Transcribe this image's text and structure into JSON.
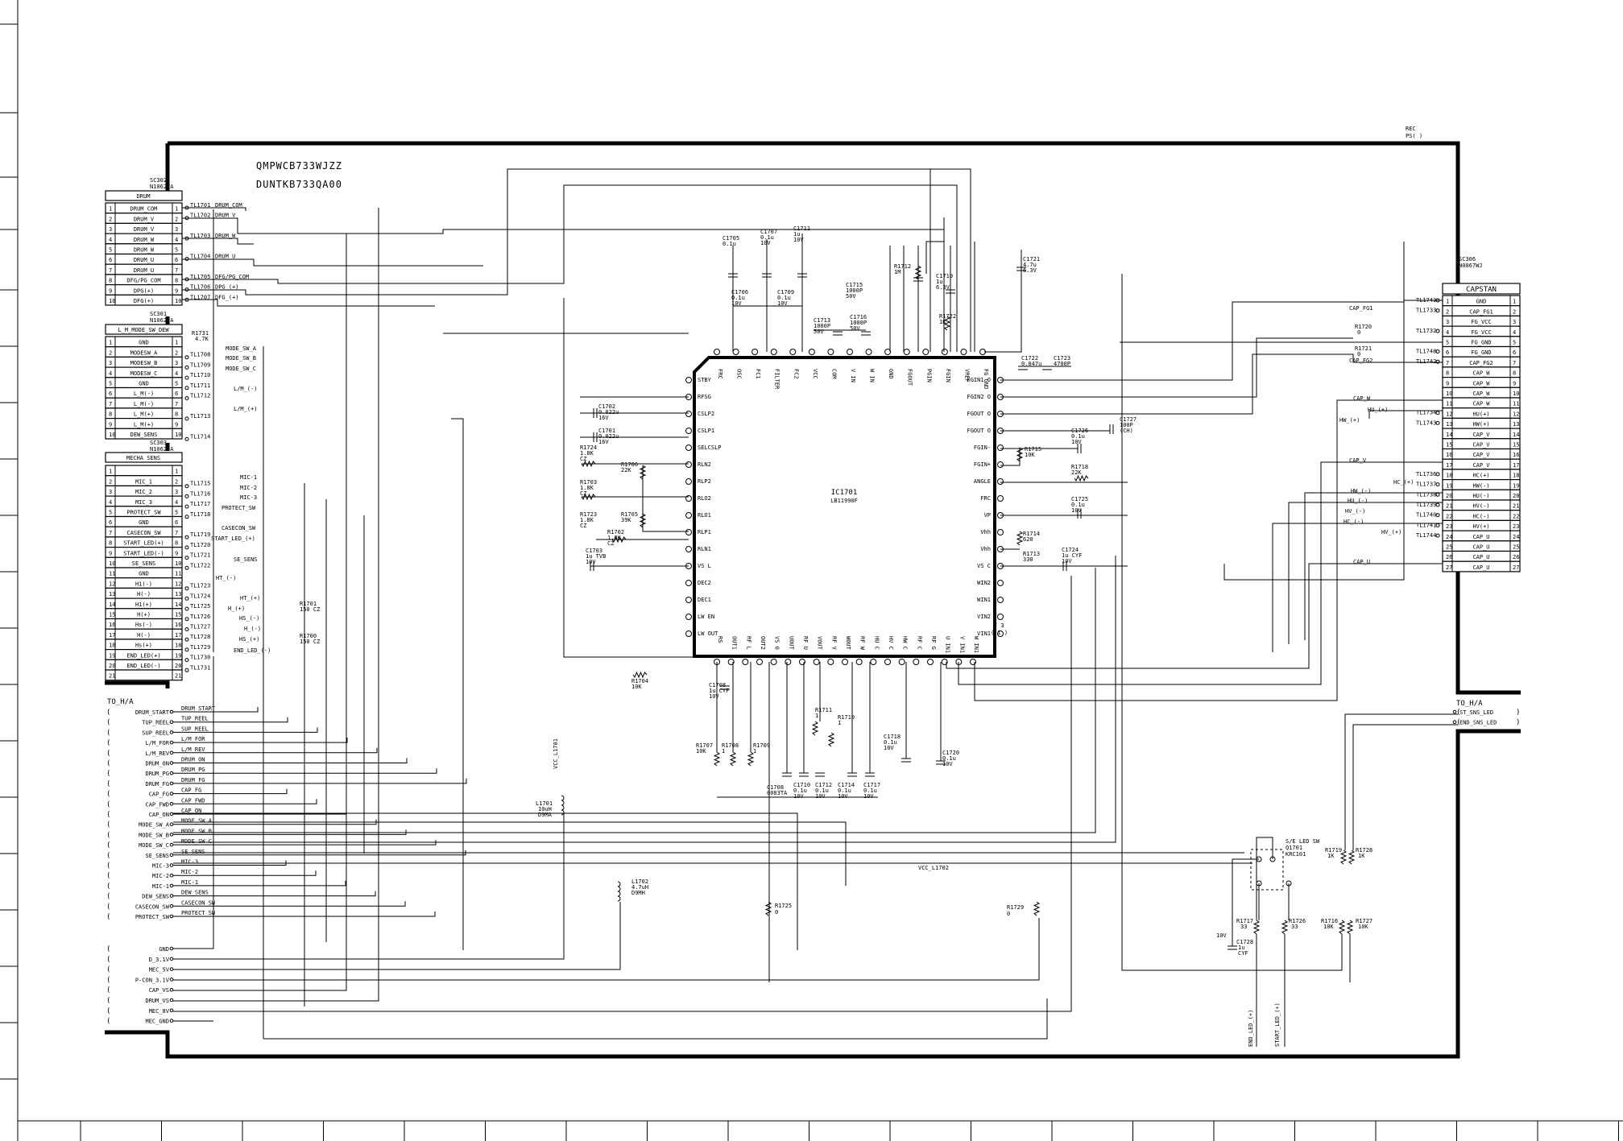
{
  "board": {
    "part_number_1": "QMPWCB733WJZZ",
    "part_number_2": "DUNTKB733QA00",
    "rec_label": "REC",
    "ps_label": "PS( )"
  },
  "ic": {
    "ref": "IC1701",
    "part": "LB11990F",
    "top_pins": [
      "FRC",
      "OSC",
      "FC1",
      "FILTER",
      "FC2",
      "VCC",
      "COM",
      "V IN",
      "W IN",
      "GND",
      "FGOUT",
      "PGIN",
      "FGIN",
      "VREF",
      "FG GND"
    ],
    "left_pins": [
      "STBY",
      "RFSG",
      "CSLP2",
      "CSLP1",
      "SELCSLP",
      "RLN2",
      "RLP2",
      "RLO2",
      "RLO1",
      "RLP1",
      "RLN1",
      "VS L",
      "DEC2",
      "DEC1",
      "LW EN",
      "LW OUT"
    ],
    "right_pins": [
      "FGIN1 O",
      "FGIN2 O",
      "FGOUT O",
      "FGOUT O",
      "FGIN-",
      "FGIN+",
      "ANGLE",
      "FRC",
      "VP",
      "Vhh",
      "Vhh",
      "VS C",
      "WIN2",
      "WIN1",
      "VIN2",
      "VIN1"
    ],
    "bottom_pins": [
      "RS",
      "OUT1",
      "RF L",
      "OUT2",
      "VS O",
      "UOUT",
      "RF U",
      "VOUT",
      "RF V",
      "WOUT",
      "RF W",
      "HU C",
      "HV C",
      "HW C",
      "RF C",
      "RF G",
      "U IN1",
      "V IN1",
      "W IN1"
    ]
  },
  "drum_connector": {
    "ref": "SC302",
    "part": "N10627A",
    "title": "DRUM",
    "pins": [
      "DRUM_COM",
      "DRUM_V",
      "DRUM_V",
      "DRUM_W",
      "DRUM_W",
      "DRUM_U",
      "DRUM_U",
      "DFG/PG_COM",
      "DPG(+)",
      "DFG(+)"
    ],
    "testpoints": [
      "TL1701",
      "TL1702",
      "TL1703",
      "TL1704",
      "TL1705",
      "TL1706",
      "TL1707"
    ],
    "nets": [
      "DRUM_COM",
      "DRUM_V",
      "DRUM_W",
      "DRUM_U",
      "DFG/PG_COM",
      "DPG_(+)",
      "DFG_(+)"
    ]
  },
  "mode_connector": {
    "ref": "SC301",
    "part": "N10627A",
    "title": "L_M_MODE_SW_DEW",
    "pins": [
      "GND",
      "MODESW_A",
      "MODESW_B",
      "MODESW_C",
      "GND",
      "L_M(-)",
      "L_M(-)",
      "L_M(+)",
      "L_M(+)",
      "DEW_SENS"
    ],
    "resistor": "R1731",
    "resistor_value": "4.7K",
    "testpoints": [
      "TL1708",
      "TL1709",
      "TL1710",
      "TL1711",
      "TL1712",
      "TL1713",
      "TL1714"
    ],
    "nets": [
      "MODE_SW_A",
      "MODE_SW_B",
      "MODE_SW_C",
      "L/M_(-)",
      "L/M_(+)"
    ]
  },
  "mecha_connector": {
    "ref": "SC303",
    "part": "N10627A",
    "title": "MECHA SENS",
    "pins": [
      "",
      "MIC_1",
      "MIC_2",
      "MIC_3",
      "PROTECT_SW",
      "GND",
      "CASECON_SW",
      "START_LED(+)",
      "START_LED(-)",
      "SE_SENS",
      "GND",
      "H1(-)",
      "H(-)",
      "H1(+)",
      "H(+)",
      "Hs(-)",
      "H(-)",
      "Hs(+)",
      "END_LED(+)",
      "END_LED(-)",
      ""
    ],
    "testpoints": [
      "TL1715",
      "TL1716",
      "TL1717",
      "TL1718",
      "TL1719",
      "TL1720",
      "TL1721",
      "TL1722",
      "TL1723",
      "TL1724",
      "TL1725",
      "TL1726",
      "TL1727",
      "TL1728",
      "TL1729",
      "TL1730",
      "TL1731"
    ],
    "nets": [
      "MIC-1",
      "MIC-2",
      "MIC-3",
      "PROTECT_SW",
      "CASECON_SW",
      "START_LED_(+)",
      "SE_SENS",
      "HT_(-)",
      "HT_(+)",
      "H_(+)",
      "HS_(-)",
      "H_(-)",
      "HS_(+)",
      "END_LED_(-)"
    ],
    "resistors": [
      "R1701",
      "R1700"
    ],
    "resistor_values": [
      "150 CZ",
      "150 CZ"
    ]
  },
  "capstan_connector": {
    "ref": "SC306",
    "part": "N0067WJ",
    "title": "CAPSTAN",
    "pins": [
      "GND",
      "CAP_FG1",
      "FG_VCC",
      "FG_VCC",
      "FG_GND",
      "FG_GND",
      "CAP_FG2",
      "CAP_W",
      "CAP_W",
      "CAP_W",
      "CAP_W",
      "HU(+)",
      "HW(+)",
      "CAP_V",
      "CAP_V",
      "CAP_V",
      "CAP_V",
      "HC(+)",
      "HW(-)",
      "HU(-)",
      "HV(-)",
      "HC(-)",
      "HV(+)",
      "CAP_U",
      "CAP_U",
      "CAP_U",
      "CAP_U"
    ],
    "testpoints": [
      "TL1743",
      "TL1733",
      "TL1732",
      "TL1748",
      "TL1742",
      "TL1734",
      "TL1743",
      "TL1736",
      "TL1737",
      "TL1738",
      "TL1739",
      "TL1740",
      "TL1741",
      "TL1744"
    ],
    "nets": [
      "CAP_FG1",
      "CAP_FG2",
      "CAP_W",
      "HU_(+)",
      "HW_(+)",
      "CAP_V",
      "HC_(+)",
      "HW_(-)",
      "HU_(-)",
      "HV_(-)",
      "HC_(-)",
      "HV_(+)",
      "CAP_U"
    ],
    "resistors": [
      "R1720",
      "R1721"
    ],
    "resistor_values": [
      "0",
      "0"
    ]
  },
  "left_bus": {
    "title": "TO_H/A",
    "signals": [
      "DRUM_START",
      "TUP_REEL",
      "SUP_REEL",
      "L/M_FOR",
      "L/M_REV",
      "DRUM_ON",
      "DRUM_PG",
      "DRUM_FG",
      "CAP_FG",
      "CAP_FWD",
      "CAP_ON",
      "MODE_SW_A",
      "MODE_SW_B",
      "MODE_SW_C",
      "SE_SENS",
      "MIC-3",
      "MIC-2",
      "MIC-1",
      "DEW_SENS",
      "CASECON_SW",
      "PROTECT_SW"
    ],
    "wire_labels": [
      "DRUM_START",
      "TUP_REEL",
      "SUP_REEL",
      "L/M_FOR",
      "L/M_REV",
      "DRUM_ON",
      "DRUM_PG",
      "DRUM_FG",
      "CAP_FG",
      "CAP_FWD",
      "CAP_ON",
      "MODE_SW_A",
      "MODE_SW_B",
      "MODE_SW_C",
      "SE_SENS",
      "MIC-3",
      "MIC-2",
      "MIC-1",
      "DEW_SENS",
      "CASECON_SW",
      "PROTECT_SW"
    ],
    "power": [
      "GND",
      "D_3.1V",
      "MEC_5V",
      "P-CON_3.1V",
      "CAP_VS",
      "DRUM_VS",
      "MEC_8V",
      "MEC_GND"
    ]
  },
  "right_bus": {
    "title": "TO_H/A",
    "signals": [
      "ST_SNS_LED",
      "END_SNS_LED"
    ]
  },
  "top_caps": [
    {
      "ref": "C1705",
      "value": "0.1u"
    },
    {
      "ref": "C1706",
      "value": "0.1u",
      "v": "10V"
    },
    {
      "ref": "C1707",
      "value": "0.1u",
      "v": "10V"
    },
    {
      "ref": "C1709",
      "value": "0.1u",
      "v": "10V"
    },
    {
      "ref": "C1711",
      "value": "1u",
      "v": "10V"
    },
    {
      "ref": "C1713",
      "value": "1000P",
      "v": "50V"
    },
    {
      "ref": "C1715",
      "value": "1000P",
      "v": "50V"
    },
    {
      "ref": "C1716",
      "value": "1000P",
      "v": "50V"
    },
    {
      "ref": "R1712",
      "value": "1M"
    },
    {
      "ref": "C1719",
      "value": "1u",
      "v": "6.3V"
    },
    {
      "ref": "R1722",
      "value": "1K"
    },
    {
      "ref": "C1721",
      "value": "4.7u",
      "v": "6.3V"
    },
    {
      "ref": "C1722",
      "value": "0.047u"
    },
    {
      "ref": "C1723",
      "value": "4700P"
    }
  ],
  "left_parts": [
    {
      "ref": "C1702",
      "value": "0.022u",
      "v": "16V"
    },
    {
      "ref": "C1701",
      "value": "0.022u",
      "v": "16V"
    },
    {
      "ref": "R1724",
      "value": "1.8K",
      "t": "CZ"
    },
    {
      "ref": "R1706",
      "value": "22K"
    },
    {
      "ref": "R1703",
      "value": "1.8K",
      "t": "CZ"
    },
    {
      "ref": "R1723",
      "value": "1.8K",
      "t": "CZ"
    },
    {
      "ref": "R1705",
      "value": "39K"
    },
    {
      "ref": "R1702",
      "value": "1.8K",
      "t": "CZ"
    },
    {
      "ref": "C1703",
      "value": "1u TVB",
      "v": "10V"
    }
  ],
  "right_parts": [
    {
      "ref": "C1726",
      "value": "0.1u",
      "v": "10V"
    },
    {
      "ref": "C1727",
      "value": "100P",
      "t": "(CH)"
    },
    {
      "ref": "R1715",
      "value": "10K"
    },
    {
      "ref": "R1718",
      "value": "22K"
    },
    {
      "ref": "C1725",
      "value": "0.1u",
      "v": "10V"
    },
    {
      "ref": "R1714",
      "value": "620"
    },
    {
      "ref": "R1713",
      "value": "330"
    },
    {
      "ref": "C1724",
      "value": "1u CYF",
      "v": "10V"
    }
  ],
  "bottom_parts": [
    {
      "ref": "R1704",
      "value": "10K"
    },
    {
      "ref": "C1708",
      "value": "1u CYF",
      "v": "10V"
    },
    {
      "ref": "R1707",
      "value": "10K"
    },
    {
      "ref": "R1708",
      "value": "1"
    },
    {
      "ref": "R1709",
      "value": "1"
    },
    {
      "ref": "R1711",
      "value": "1"
    },
    {
      "ref": "R1710",
      "value": "1"
    },
    {
      "ref": "C1718",
      "value": "0.1u",
      "v": "10V"
    },
    {
      "ref": "C1720",
      "value": "0.1u",
      "v": "10V"
    },
    {
      "ref": "C1708",
      "value": "0083TA"
    },
    {
      "ref": "C1710",
      "value": "0.1u",
      "v": "10V"
    },
    {
      "ref": "C1712",
      "value": "0.1u",
      "v": "10V"
    },
    {
      "ref": "C1714",
      "value": "0.1u",
      "v": "10V"
    },
    {
      "ref": "C1717",
      "value": "0.1u",
      "v": "10V"
    }
  ],
  "misc": {
    "l1701": "L1701",
    "l1701_value": "10uH",
    "l1701_type": "D9MA",
    "l1702": "L1702",
    "l1702_value": "4.7uH",
    "l1702_type": "D9MH",
    "vcc_l1701": "VCC_L1701",
    "vcc_l1702": "VCC_L1702",
    "r1725": "R1725",
    "r1725_value": "0",
    "r1729": "R1729",
    "r1729_value": "0",
    "fg_label": "/ 3",
    "fg_label2": "( 1 )",
    "led_sw_title": "S/E LED SW",
    "q1701": "Q1701",
    "q1701_part": "KRC101",
    "r1719": "R1719",
    "r1719_value": "1K",
    "r1728": "R1728",
    "r1728_value": "1K",
    "r1717": "R1717",
    "r1717_value": "33",
    "r1726": "R1726",
    "r1726_value": "33",
    "r1716": "R1716",
    "r1716_value": "10K",
    "r1727": "R1727",
    "r1727_value": "10K",
    "c1728": "C1728",
    "c1728_value": "1u",
    "c1728_v": "10V",
    "c1728_t": "CYF",
    "end_led": "END_LED_(+)",
    "start_led": "START_LED_(+)"
  }
}
